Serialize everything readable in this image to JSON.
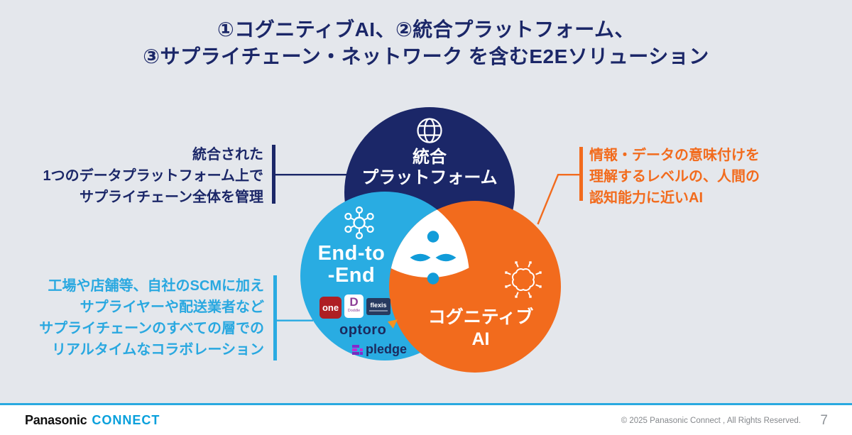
{
  "title": {
    "line1": "①コグニティブAI、②統合プラットフォーム、",
    "line2": "③サプライチェーン・ネットワーク を含むE2Eソリューション"
  },
  "venn": {
    "platform": {
      "line1": "統合",
      "line2": "プラットフォーム"
    },
    "end_to_end": {
      "line1": "End-to",
      "line2": "-End"
    },
    "cognitive": {
      "line1": "コグニティブ",
      "line2": "AI"
    }
  },
  "logos": {
    "one": "one",
    "doddle_letter": "D",
    "doddle_caption": "Doddle",
    "flexis": "flexis",
    "optoro": "optoro",
    "pledge": "pledge"
  },
  "annotations": {
    "platform": {
      "lines": [
        "統合された",
        "1つのデータプラットフォーム上で",
        "サプライチェーン全体を管理"
      ]
    },
    "end_to_end": {
      "lines": [
        "工場や店舗等、自社のSCMに加え",
        "サプライヤーや配送業者など",
        "サプライチェーンのすべての層での",
        "リアルタイムなコラボレーション"
      ]
    },
    "cognitive": {
      "lines": [
        "情報・データの意味付けを",
        "理解するレベルの、人間の",
        "認知能力に近いAI"
      ]
    }
  },
  "colors": {
    "background": "#E4E7EC",
    "navy": "#1B2768",
    "cyan": "#29ACE2",
    "orange": "#F26B1D",
    "azure_mark": "#119CD9",
    "footer_rule": "#29A9E0"
  },
  "footer": {
    "brand_black": "Panasonic",
    "brand_blue": "CONNECT",
    "copyright": "© 2025 Panasonic Connect , All Rights Reserved.",
    "page_number": "7"
  }
}
